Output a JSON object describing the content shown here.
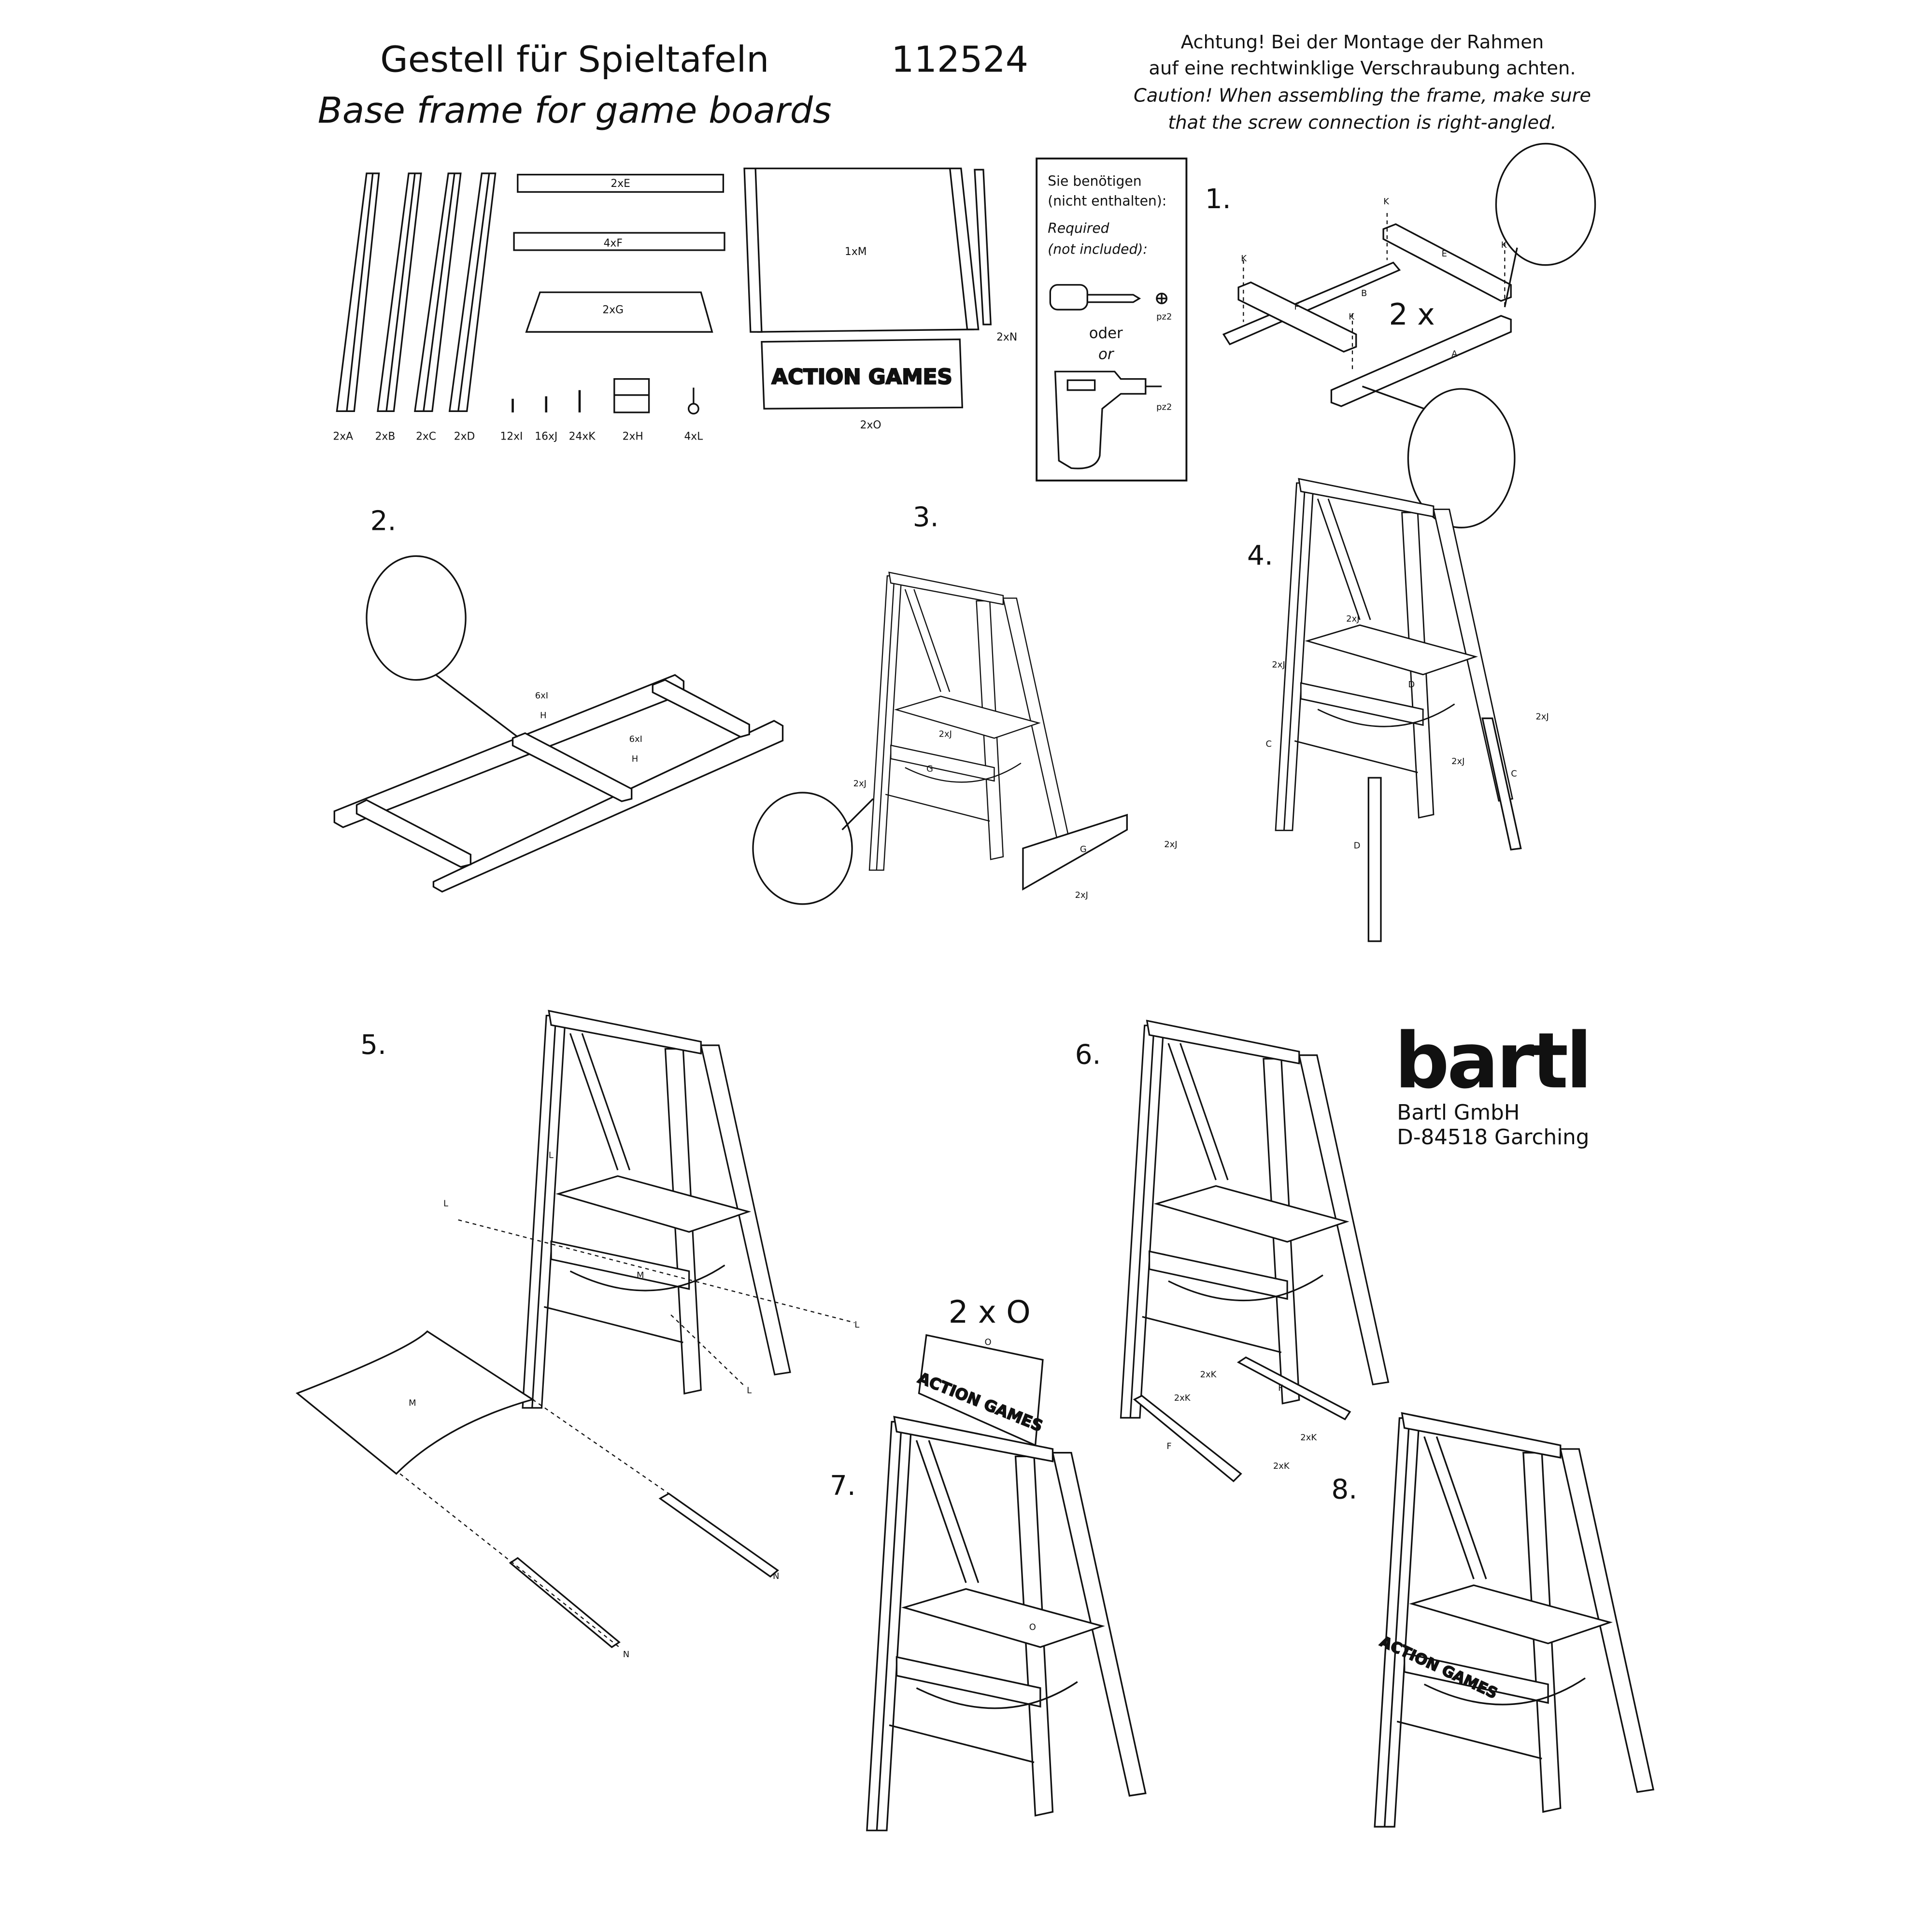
{
  "header": {
    "title_de": "Gestell für Spieltafeln",
    "title_en": "Base frame for game boards",
    "article_number": "112524",
    "warning_de_1": "Achtung! Bei der Montage der Rahmen",
    "warning_de_2": "auf eine rechtwinklige Verschraubung achten.",
    "warning_en_1": "Caution! When assembling the frame, make sure",
    "warning_en_2": "that the screw connection is right-angled."
  },
  "parts": {
    "a": "2xA",
    "b": "2xB",
    "c": "2xC",
    "d": "2xD",
    "e": "2xE",
    "f": "4xF",
    "g": "2xG",
    "h": "2xH",
    "i": "12xI",
    "j": "16xJ",
    "k": "24xK",
    "l": "4xL",
    "m": "1xM",
    "n": "2xN",
    "o": "2xO",
    "sign_text": "ACTION GAMES"
  },
  "tools": {
    "de_1": "Sie benötigen",
    "de_2": "(nicht enthalten):",
    "en_1": "Required",
    "en_2": "(not included):",
    "bit_1": "pz2",
    "or_de": "oder",
    "or_en": "or",
    "bit_2": "pz2"
  },
  "steps": {
    "s1": "1.",
    "s2": "2.",
    "s3": "3.",
    "s4": "4.",
    "s5": "5.",
    "s6": "6.",
    "s7": "7.",
    "s8": "8."
  },
  "step1": {
    "k": "K",
    "a": "A",
    "b": "B",
    "e": "E",
    "f": "F",
    "multiplier": "2 x"
  },
  "step2": {
    "screws": "6xI",
    "hinge": "H"
  },
  "step3": {
    "j": "2xJ",
    "g": "G"
  },
  "step4": {
    "j": "2xJ",
    "c": "C",
    "d": "D"
  },
  "step5": {
    "l": "L",
    "m": "M",
    "n": "N"
  },
  "step6": {
    "k": "2xK",
    "f": "F"
  },
  "step7": {
    "multiplier": "2 x O",
    "o": "O",
    "sign_text": "ACTION GAMES"
  },
  "step8": {
    "sign_text": "ACTION GAMES"
  },
  "brand": {
    "logo": "bartl",
    "company": "Bartl GmbH",
    "address": "D-84518 Garching"
  }
}
